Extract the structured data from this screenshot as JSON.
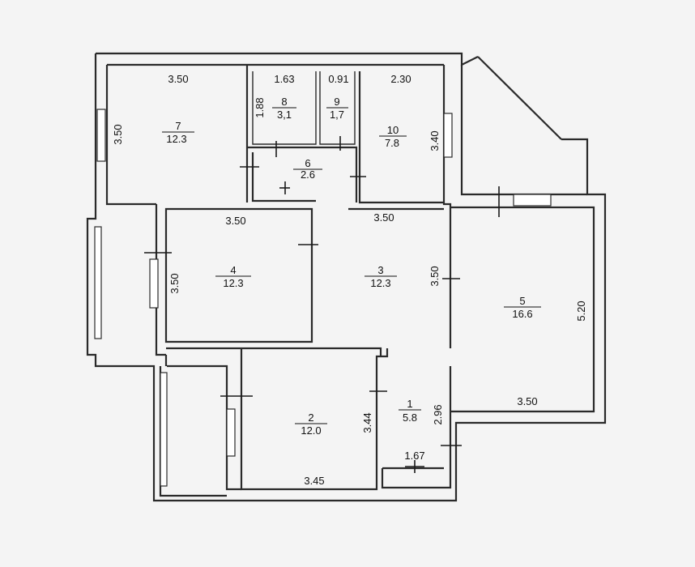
{
  "rooms": [
    {
      "id": "1",
      "number": "1",
      "area": "5.8"
    },
    {
      "id": "2",
      "number": "2",
      "area": "12.0"
    },
    {
      "id": "3",
      "number": "3",
      "area": "12.3"
    },
    {
      "id": "4",
      "number": "4",
      "area": "12.3"
    },
    {
      "id": "5",
      "number": "5",
      "area": "16.6"
    },
    {
      "id": "6",
      "number": "6",
      "area": "2.6"
    },
    {
      "id": "7",
      "number": "7",
      "area": "12.3"
    },
    {
      "id": "8",
      "number": "8",
      "area": "3,1"
    },
    {
      "id": "9",
      "number": "9",
      "area": "1,7"
    },
    {
      "id": "10",
      "number": "10",
      "area": "7.8"
    }
  ],
  "dimensions": {
    "room7_width": "3.50",
    "room7_height": "3.50",
    "room8_width": "1.63",
    "room8_height": "1.88",
    "room9_width": "0.91",
    "room10_width": "2.30",
    "room10_height": "3.40",
    "room4_width": "3.50",
    "room4_height": "3.50",
    "room3_width": "3.50",
    "room3_height": "3.50",
    "room5_height": "5.20",
    "room5_width": "3.50",
    "room2_height": "3.44",
    "room2_width": "3.45",
    "room1_height": "2.96",
    "room1_width": "1.67"
  }
}
